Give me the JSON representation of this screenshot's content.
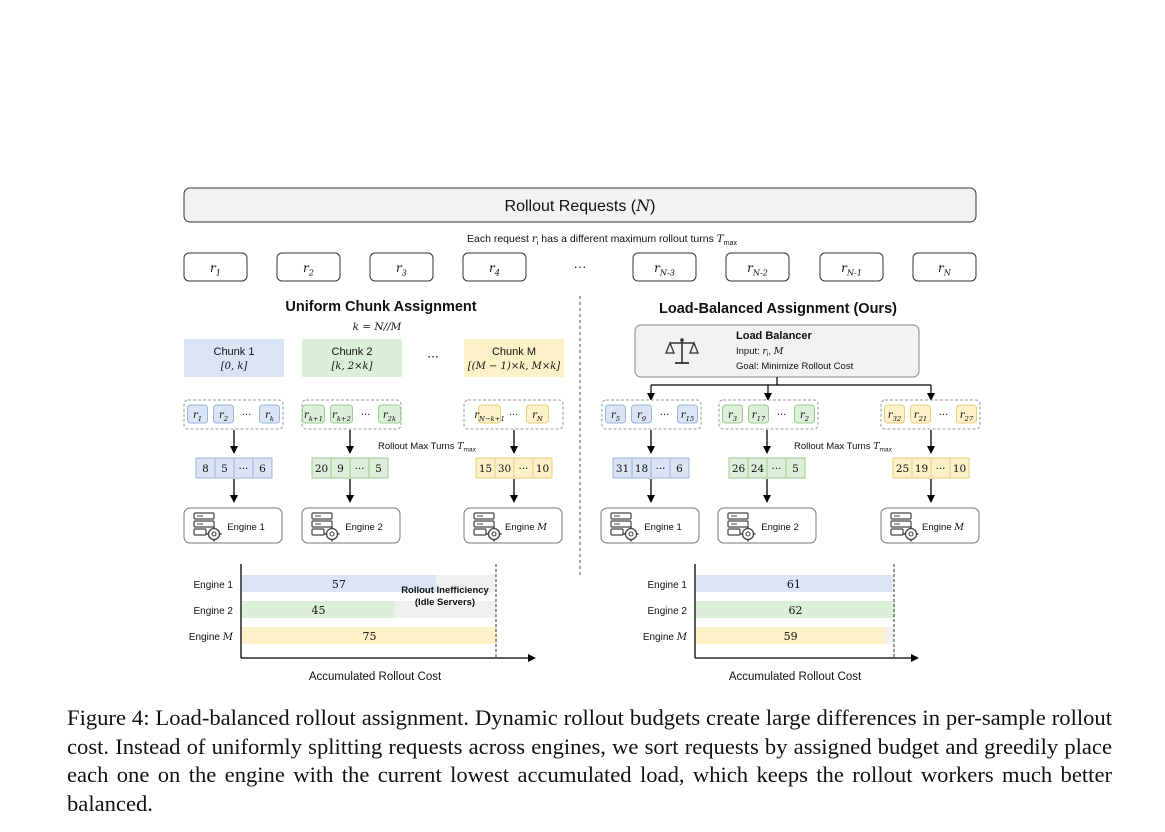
{
  "header": {
    "title": "Rollout Requests (N)",
    "subtitle": "Each request r_i has a different maximum rollout turns T_max"
  },
  "requests": [
    "r_1",
    "r_2",
    "r_3",
    "r_4",
    "r_N-3",
    "r_N-2",
    "r_N-1",
    "r_N"
  ],
  "ellipsis": "···",
  "uniform": {
    "title": "Uniform Chunk Assignment",
    "formula": "k = N//M",
    "chunks": [
      {
        "label": "Chunk 1",
        "range": "[0, k]",
        "color": "#dae4f5"
      },
      {
        "label": "Chunk 2",
        "range": "[k, 2×k]",
        "color": "#dcefd8"
      },
      {
        "label": "Chunk M",
        "range": "[(M − 1)×k, M×k]",
        "color": "#fdf1c8"
      }
    ],
    "groups": [
      [
        "r_1",
        "r_2",
        "r_k"
      ],
      [
        "r_k+1",
        "r_k+2",
        "r_2k"
      ],
      [
        "r_N−k+1",
        "r_N"
      ]
    ],
    "turns_label": "Rollout Max Turns T_max",
    "turns": [
      [
        "8",
        "5",
        "···",
        "6"
      ],
      [
        "20",
        "9",
        "···",
        "5"
      ],
      [
        "15",
        "30",
        "···",
        "10"
      ]
    ],
    "engines": [
      "Engine 1",
      "Engine 2",
      "Engine M"
    ],
    "cost_chart": {
      "rows": [
        "Engine 1",
        "Engine 2",
        "Engine M"
      ],
      "values": [
        57,
        45,
        75
      ],
      "xlabel": "Accumulated Rollout Cost",
      "annotation": [
        "Rollout Inefficiency",
        "(Idle Servers)"
      ]
    }
  },
  "balanced": {
    "title": "Load-Balanced Assignment (Ours)",
    "balancer": {
      "title": "Load Balancer",
      "input": "Input: r_i, M",
      "goal": "Goal: Minimize Rollout Cost"
    },
    "groups": [
      [
        "r_5",
        "r_9",
        "r_15"
      ],
      [
        "r_3",
        "r_17",
        "r_2"
      ],
      [
        "r_32",
        "r_21",
        "r_27"
      ]
    ],
    "turns_label": "Rollout Max Turns T_max",
    "turns": [
      [
        "31",
        "18",
        "···",
        "6"
      ],
      [
        "26",
        "24",
        "···",
        "5"
      ],
      [
        "25",
        "19",
        "···",
        "10"
      ]
    ],
    "engines": [
      "Engine 1",
      "Engine 2",
      "Engine M"
    ],
    "cost_chart": {
      "rows": [
        "Engine 1",
        "Engine 2",
        "Engine M"
      ],
      "values": [
        61,
        62,
        59
      ],
      "xlabel": "Accumulated Rollout Cost"
    }
  },
  "colors": {
    "blue": "#dae4f5",
    "blue_border": "#9db4dc",
    "green": "#dcefd8",
    "green_border": "#9fcb95",
    "yellow": "#fdf1c8",
    "yellow_border": "#e9cf7d",
    "idle": "#f0f0f0"
  },
  "caption": "Figure 4: Load-balanced rollout assignment. Dynamic rollout budgets create large differences in per-sample rollout cost. Instead of uniformly splitting requests across engines, we sort requests by assigned budget and greedily place each one on the engine with the current lowest accumulated load, which keeps the rollout workers much better balanced."
}
